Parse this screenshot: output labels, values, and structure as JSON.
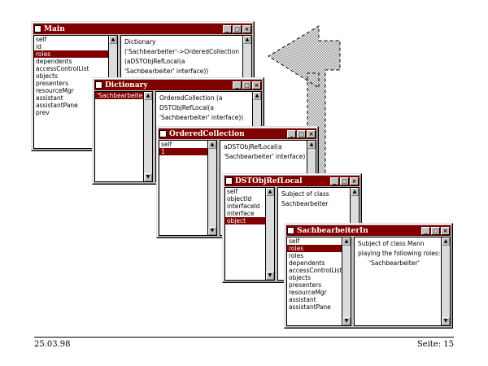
{
  "windows": {
    "main": {
      "title": "Main",
      "list": [
        "self",
        "id",
        "roles",
        "dependents",
        "accessControlList",
        "objects",
        "presenters",
        "resourceMgr",
        "assistant",
        "assistantPane",
        "prev"
      ],
      "selected_index": 2,
      "code": [
        "Dictionary",
        "('Sachbearbeiter'->OrderedCollection",
        "(aDSTObjRefLocal(a",
        "'Sachbearbeiter' interface))"
      ]
    },
    "dictionary": {
      "title": "Dictionary",
      "list": [
        "'Sachbearbeiter'"
      ],
      "selected_index": 0,
      "code": [
        "OrderedCollection (a",
        "DSTObjRefLocal(a",
        "'Sachbearbeiter' interface))"
      ]
    },
    "ordered": {
      "title": "OrderedCollection",
      "list": [
        "self",
        "1"
      ],
      "selected_index": 1,
      "code": [
        "aDSTObjRefLocal(a",
        "'Sachbearbeiter' interface)"
      ]
    },
    "objref": {
      "title": "DSTObjRefLocal",
      "list": [
        "self",
        "objectId",
        "interfaceId",
        "interface",
        "object"
      ],
      "selected_index": 4,
      "code": [
        "Subject of class",
        "Sachbearbeiter"
      ]
    },
    "sachbearbeiter": {
      "title": "SachbearbeiterIn",
      "list": [
        "self",
        "roles",
        "roles",
        "dependents",
        "accessControlList",
        "objects",
        "presenters",
        "resourceMgr",
        "assistant",
        "assistantPane"
      ],
      "selected_index": 1,
      "code": [
        "Subject of class Mann",
        "playing the following roles:",
        "'Sachbearbeiter'"
      ]
    }
  },
  "footer": {
    "date": "25.03.98",
    "page": "Seite: 15"
  },
  "colors": {
    "titlebar": "#800000",
    "selection": "#800000",
    "window_face": "#c0c0c0",
    "arrow_fill": "#c0c0c0"
  }
}
